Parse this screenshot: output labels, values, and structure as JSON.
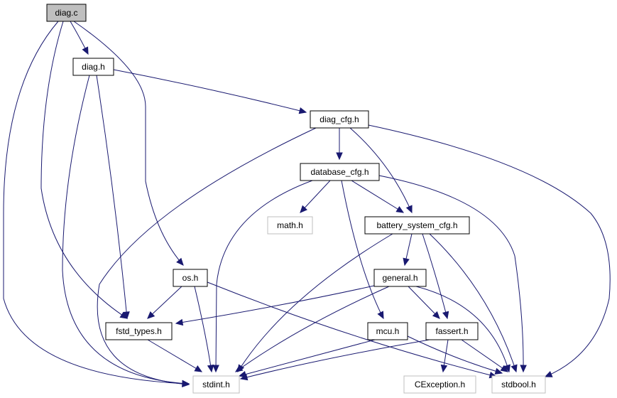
{
  "colors": {
    "edge": "#191970",
    "node_border": "#000000",
    "external_border": "#bfbfbf",
    "root_fill": "#bfbfbf",
    "node_fill": "#ffffff"
  },
  "nodes": {
    "diag_c": {
      "label": "diag.c",
      "kind": "root"
    },
    "diag_h": {
      "label": "diag.h",
      "kind": "header"
    },
    "diag_cfg_h": {
      "label": "diag_cfg.h",
      "kind": "header"
    },
    "database_cfg_h": {
      "label": "database_cfg.h",
      "kind": "header"
    },
    "math_h": {
      "label": "math.h",
      "kind": "external"
    },
    "battery_system_cfg_h": {
      "label": "battery_system_cfg.h",
      "kind": "header"
    },
    "os_h": {
      "label": "os.h",
      "kind": "header"
    },
    "general_h": {
      "label": "general.h",
      "kind": "header"
    },
    "fstd_types_h": {
      "label": "fstd_types.h",
      "kind": "header"
    },
    "mcu_h": {
      "label": "mcu.h",
      "kind": "header"
    },
    "fassert_h": {
      "label": "fassert.h",
      "kind": "header"
    },
    "stdint_h": {
      "label": "stdint.h",
      "kind": "external"
    },
    "cexception_h": {
      "label": "CException.h",
      "kind": "external"
    },
    "stdbool_h": {
      "label": "stdbool.h",
      "kind": "external"
    }
  },
  "edges": [
    {
      "from": "diag_c",
      "to": "diag_h"
    },
    {
      "from": "diag_c",
      "to": "os_h"
    },
    {
      "from": "diag_c",
      "to": "fstd_types_h"
    },
    {
      "from": "diag_c",
      "to": "stdint_h"
    },
    {
      "from": "diag_h",
      "to": "diag_cfg_h"
    },
    {
      "from": "diag_h",
      "to": "fstd_types_h"
    },
    {
      "from": "diag_h",
      "to": "stdint_h"
    },
    {
      "from": "diag_cfg_h",
      "to": "database_cfg_h"
    },
    {
      "from": "diag_cfg_h",
      "to": "battery_system_cfg_h"
    },
    {
      "from": "diag_cfg_h",
      "to": "stdbool_h"
    },
    {
      "from": "diag_cfg_h",
      "to": "stdint_h"
    },
    {
      "from": "database_cfg_h",
      "to": "math_h"
    },
    {
      "from": "database_cfg_h",
      "to": "battery_system_cfg_h"
    },
    {
      "from": "database_cfg_h",
      "to": "stdint_h"
    },
    {
      "from": "database_cfg_h",
      "to": "mcu_h"
    },
    {
      "from": "database_cfg_h",
      "to": "stdbool_h"
    },
    {
      "from": "battery_system_cfg_h",
      "to": "general_h"
    },
    {
      "from": "battery_system_cfg_h",
      "to": "fassert_h"
    },
    {
      "from": "battery_system_cfg_h",
      "to": "stdint_h"
    },
    {
      "from": "battery_system_cfg_h",
      "to": "stdbool_h"
    },
    {
      "from": "os_h",
      "to": "fstd_types_h"
    },
    {
      "from": "os_h",
      "to": "stdint_h"
    },
    {
      "from": "os_h",
      "to": "stdbool_h"
    },
    {
      "from": "general_h",
      "to": "fstd_types_h"
    },
    {
      "from": "general_h",
      "to": "stdint_h"
    },
    {
      "from": "general_h",
      "to": "fassert_h"
    },
    {
      "from": "general_h",
      "to": "stdbool_h"
    },
    {
      "from": "fstd_types_h",
      "to": "stdint_h"
    },
    {
      "from": "mcu_h",
      "to": "stdint_h"
    },
    {
      "from": "mcu_h",
      "to": "stdbool_h"
    },
    {
      "from": "fassert_h",
      "to": "stdint_h"
    },
    {
      "from": "fassert_h",
      "to": "cexception_h"
    },
    {
      "from": "fassert_h",
      "to": "stdbool_h"
    }
  ]
}
